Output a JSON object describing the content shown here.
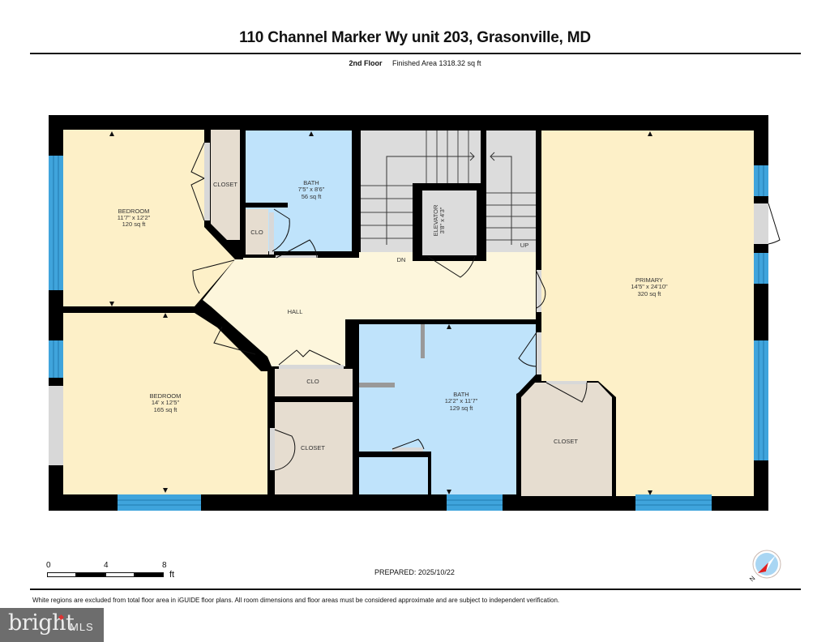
{
  "header": {
    "title": "110 Channel Marker Wy unit 203, Grasonville, MD",
    "floor": "2nd Floor",
    "finished_area": "Finished Area 1318.32 sq ft"
  },
  "rooms": {
    "bedroom1": {
      "name": "BEDROOM",
      "dims": "11'7\" x 12'2\"",
      "area": "120 sq ft"
    },
    "closet1": {
      "name": "CLOSET"
    },
    "bath1": {
      "name": "BATH",
      "dims": "7'5\" x 8'6\"",
      "area": "56 sq ft"
    },
    "clo1": {
      "name": "CLO"
    },
    "elevator": {
      "name": "ELEVATOR",
      "dims": "3'8\" x 4'3\""
    },
    "stairs": {
      "down": "DN",
      "up": "UP"
    },
    "hall": {
      "name": "HALL"
    },
    "primary": {
      "name": "PRIMARY",
      "dims": "14'5\" x 24'10\"",
      "area": "320 sq ft"
    },
    "bedroom2": {
      "name": "BEDROOM",
      "dims": "14' x 12'5\"",
      "area": "165 sq ft"
    },
    "clo2": {
      "name": "CLO"
    },
    "closet2": {
      "name": "CLOSET"
    },
    "bath2": {
      "name": "BATH",
      "dims": "12'2\" x 11'7\"",
      "area": "129 sq ft"
    },
    "closet3": {
      "name": "CLOSET"
    }
  },
  "scale_bar": {
    "labels": [
      "0",
      "4",
      "8"
    ],
    "unit": "ft"
  },
  "prepared": "PREPARED: 2025/10/22",
  "compass": {
    "label": "N",
    "icon": "compass-north-arrow-icon"
  },
  "disclaimer": "White regions are excluded from total floor area in iGUIDE floor plans. All room dimensions and floor areas must be considered approximate and are subject to independent verification.",
  "watermark": {
    "brand": "bright",
    "suffix": "MLS"
  },
  "colors": {
    "bedroom_fill": "#fdf0c8",
    "hall_fill": "#fdf6dc",
    "bath_fill": "#bfe3fb",
    "closet_fill": "#e6ddd0",
    "stair_fill": "#dcdcdc",
    "window": "#3fa4dc",
    "wall": "#000000"
  }
}
